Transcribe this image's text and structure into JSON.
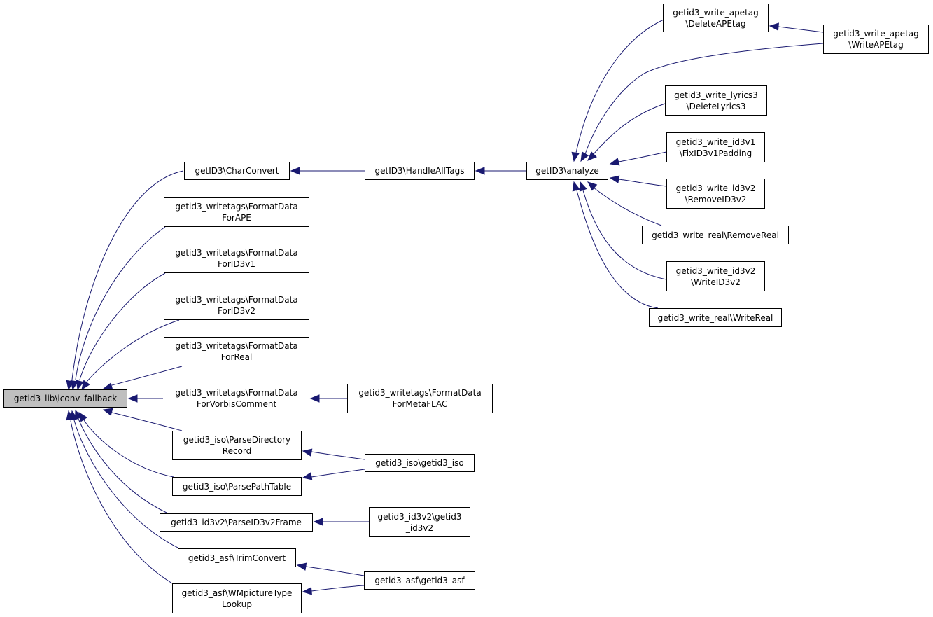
{
  "colors": {
    "edge": "#191970",
    "root_fill": "#bfbfbf",
    "node_fill": "#ffffff",
    "node_border": "#000000"
  },
  "nodes": {
    "root": "getid3_lib\\iconv_fallback",
    "charconvert": "getID3\\CharConvert",
    "handlealltags": "getID3\\HandleAllTags",
    "analyze": "getID3\\analyze",
    "deleteapetag": "getid3_write_apetag\n\\DeleteAPEtag",
    "writeapetag": "getid3_write_apetag\n\\WriteAPEtag",
    "deletelyrics3": "getid3_write_lyrics3\n\\DeleteLyrics3",
    "fixid3v1padding": "getid3_write_id3v1\n\\FixID3v1Padding",
    "removeid3v2": "getid3_write_id3v2\n\\RemoveID3v2",
    "removereal": "getid3_write_real\\RemoveReal",
    "writeid3v2": "getid3_write_id3v2\n\\WriteID3v2",
    "writereal": "getid3_write_real\\WriteReal",
    "fmt_ape": "getid3_writetags\\FormatData\nForAPE",
    "fmt_id3v1": "getid3_writetags\\FormatData\nForID3v1",
    "fmt_id3v2": "getid3_writetags\\FormatData\nForID3v2",
    "fmt_real": "getid3_writetags\\FormatData\nForReal",
    "fmt_vorbis": "getid3_writetags\\FormatData\nForVorbisComment",
    "fmt_metaflac": "getid3_writetags\\FormatData\nForMetaFLAC",
    "iso_parsedir": "getid3_iso\\ParseDirectory\nRecord",
    "iso_parsepath": "getid3_iso\\ParsePathTable",
    "iso_ctor": "getid3_iso\\getid3_iso",
    "id3v2_parseframe": "getid3_id3v2\\ParseID3v2Frame",
    "id3v2_ctor": "getid3_id3v2\\getid3\n_id3v2",
    "asf_trimconvert": "getid3_asf\\TrimConvert",
    "asf_wmpicture": "getid3_asf\\WMpictureType\nLookup",
    "asf_ctor": "getid3_asf\\getid3_asf"
  }
}
